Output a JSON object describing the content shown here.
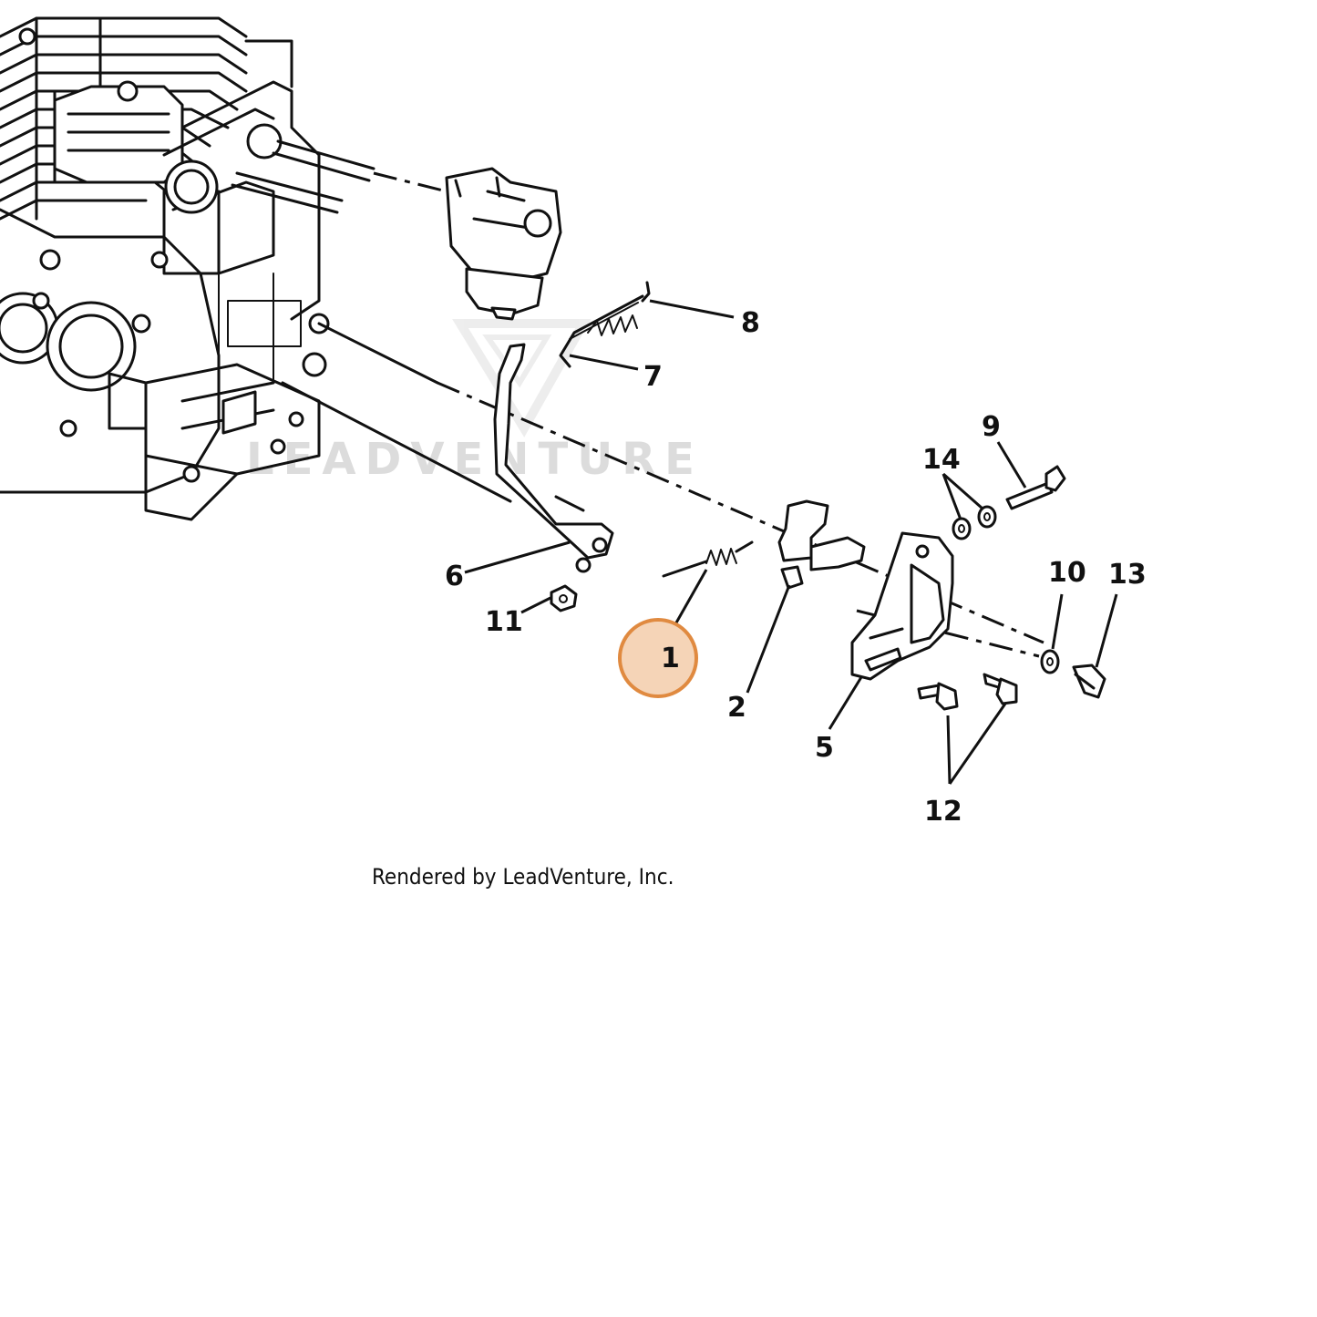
{
  "watermark": "LEADVENTURE",
  "credit": "Rendered by LeadVenture, Inc.",
  "highlight_color": "#e8a060",
  "callouts": {
    "c1": "1",
    "c2": "2",
    "c5": "5",
    "c6": "6",
    "c7": "7",
    "c8": "8",
    "c9": "9",
    "c10": "10",
    "c11": "11",
    "c12": "12",
    "c13": "13",
    "c14": "14"
  }
}
